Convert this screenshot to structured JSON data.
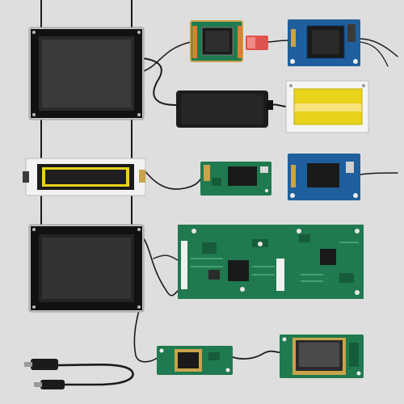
{
  "scene": {
    "background": "#dedede",
    "colors": {
      "pcb_green": "#1f7a4f",
      "pcb_green_dark": "#165c3b",
      "pcb_blue": "#1f5f9e",
      "screen_black": "#1a1a1a",
      "bezel": "#111111",
      "frame_silver": "#c8c8c8",
      "lcd_yellow": "#e8d21a",
      "connector_orange": "#d9822b",
      "connector_red": "#e0524d",
      "cable": "#1b1b1b",
      "gold": "#c9a34a"
    },
    "objects": [
      {
        "name": "lcd-panel-black-large-top",
        "kind": "display-module"
      },
      {
        "name": "pcb-green-screen-module-orange-connector",
        "kind": "display-module"
      },
      {
        "name": "pcb-blue-screen-module-top",
        "kind": "display-module"
      },
      {
        "name": "black-adapter-box",
        "kind": "power-adapter"
      },
      {
        "name": "yellow-lcd-frame-right",
        "kind": "character-lcd"
      },
      {
        "name": "yellow-lcd-bar-left",
        "kind": "character-lcd"
      },
      {
        "name": "pcb-green-small-chip-middle",
        "kind": "controller-board"
      },
      {
        "name": "pcb-blue-chip-middle-right",
        "kind": "controller-board"
      },
      {
        "name": "lcd-panel-black-large-bottom",
        "kind": "display-module"
      },
      {
        "name": "pcb-green-large-board",
        "kind": "controller-board"
      },
      {
        "name": "pcb-green-board-right",
        "kind": "controller-board"
      },
      {
        "name": "pcb-green-screen-module-bottom-left",
        "kind": "display-module"
      },
      {
        "name": "pcb-green-screen-module-bottom-right",
        "kind": "display-module"
      },
      {
        "name": "usb-cable",
        "kind": "cable"
      }
    ]
  }
}
